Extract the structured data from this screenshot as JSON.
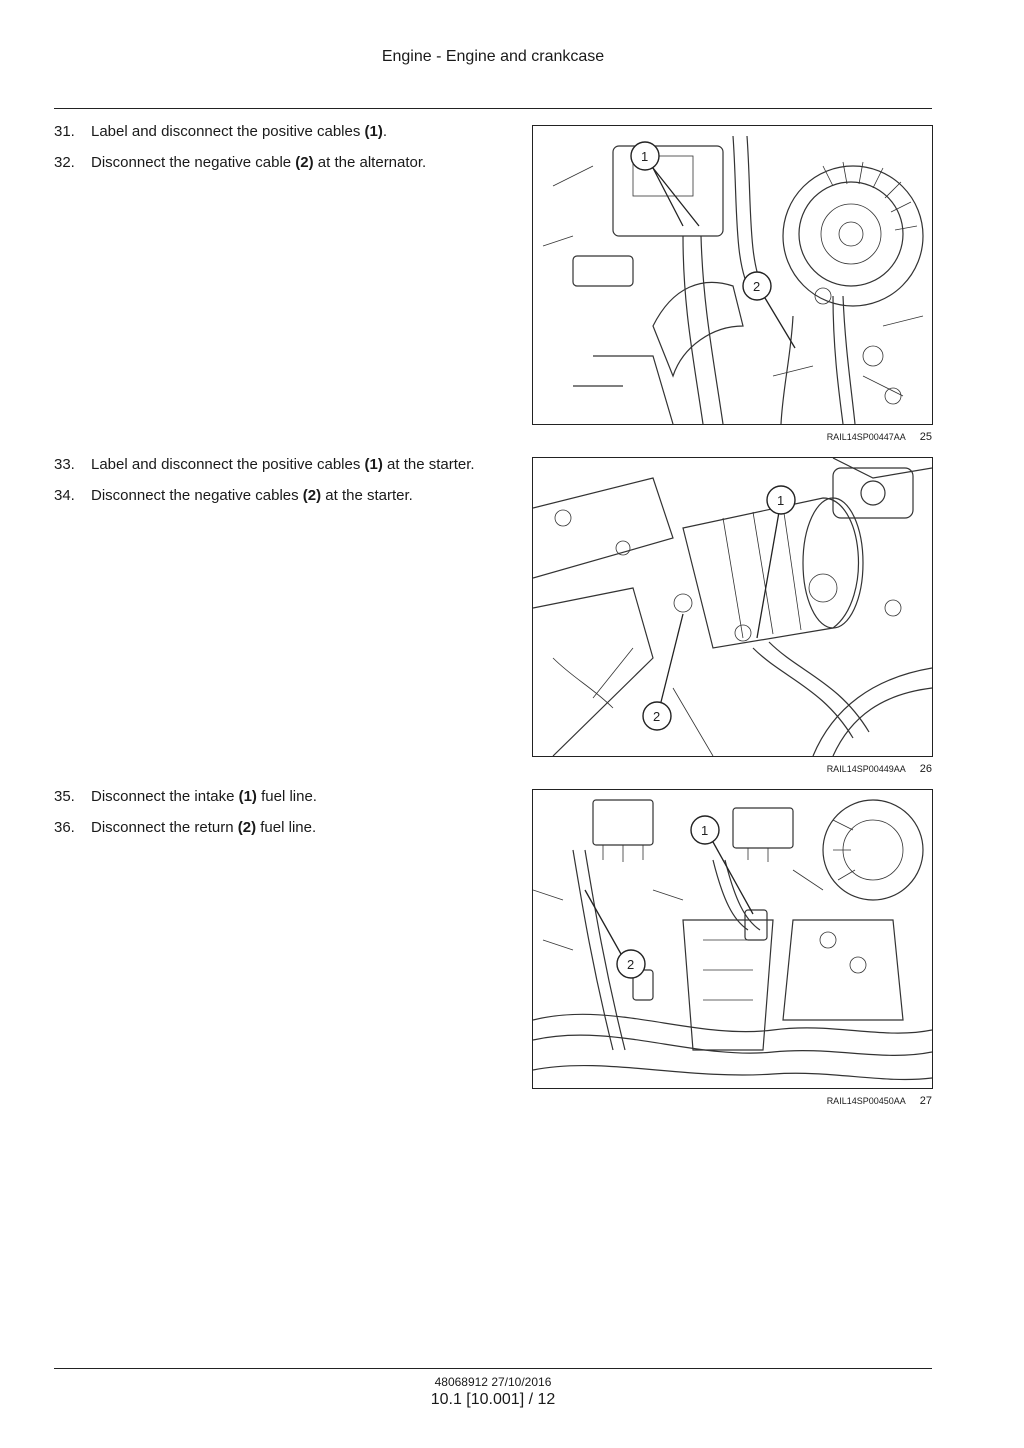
{
  "header": {
    "title": "Engine - Engine and crankcase"
  },
  "sections": [
    {
      "steps": [
        {
          "num": "31.",
          "pre": "Label and disconnect the positive cables ",
          "ref": "(1)",
          "post": "."
        },
        {
          "num": "32.",
          "pre": "Disconnect the negative cable ",
          "ref": "(2)",
          "post": " at the alternator."
        }
      ],
      "figure": {
        "code": "RAIL14SP00447AA",
        "number": "25",
        "callouts": [
          "1",
          "2"
        ]
      }
    },
    {
      "steps": [
        {
          "num": "33.",
          "pre": "Label and disconnect the positive cables ",
          "ref": "(1)",
          "post": " at the starter."
        },
        {
          "num": "34.",
          "pre": "Disconnect the negative cables ",
          "ref": "(2)",
          "post": " at the starter."
        }
      ],
      "figure": {
        "code": "RAIL14SP00449AA",
        "number": "26",
        "callouts": [
          "1",
          "2"
        ]
      }
    },
    {
      "steps": [
        {
          "num": "35.",
          "pre": "Disconnect the intake ",
          "ref": "(1)",
          "post": " fuel line."
        },
        {
          "num": "36.",
          "pre": "Disconnect the return ",
          "ref": "(2)",
          "post": " fuel line."
        }
      ],
      "figure": {
        "code": "RAIL14SP00450AA",
        "number": "27",
        "callouts": [
          "1",
          "2"
        ]
      }
    }
  ],
  "footer": {
    "doc_ref": "48068912 27/10/2016",
    "page": "10.1 [10.001] / 12"
  }
}
